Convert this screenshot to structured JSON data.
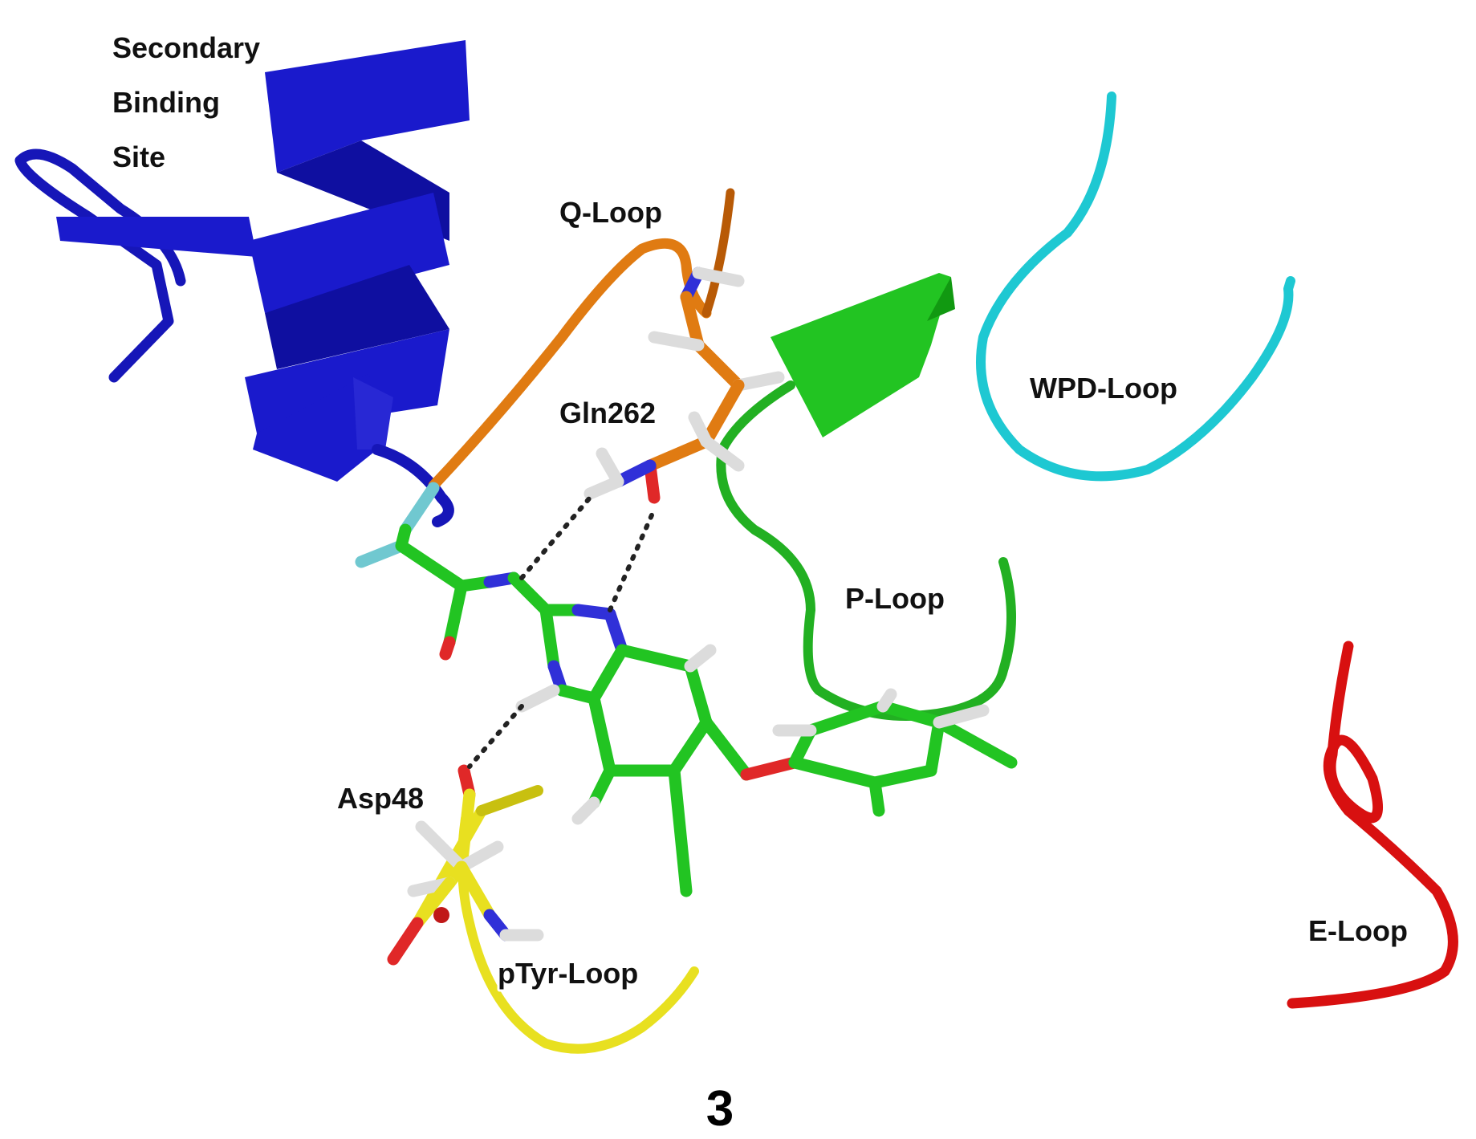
{
  "figure": {
    "panel_label": "3",
    "labels": {
      "secondary_line1": "Secondary",
      "secondary_line2": "Binding",
      "secondary_line3": "Site",
      "q_loop": "Q-Loop",
      "gln262": "Gln262",
      "wpd_loop": "WPD-Loop",
      "p_loop": "P-Loop",
      "asp48": "Asp48",
      "ptyr_loop": "pTyr-Loop",
      "e_loop": "E-Loop"
    },
    "colors": {
      "secondary_site": "#1a1acc",
      "q_loop": "#e07b12",
      "wpd_loop": "#1ec8d2",
      "p_loop": "#22b022",
      "ptyr_loop": "#e8e020",
      "e_loop": "#d81010",
      "ligand_carbon": "#22c422",
      "nitrogen": "#3030d8",
      "oxygen": "#e02828",
      "hydrogen": "#dcdcdc",
      "fluorine": "#70c8d0"
    }
  }
}
